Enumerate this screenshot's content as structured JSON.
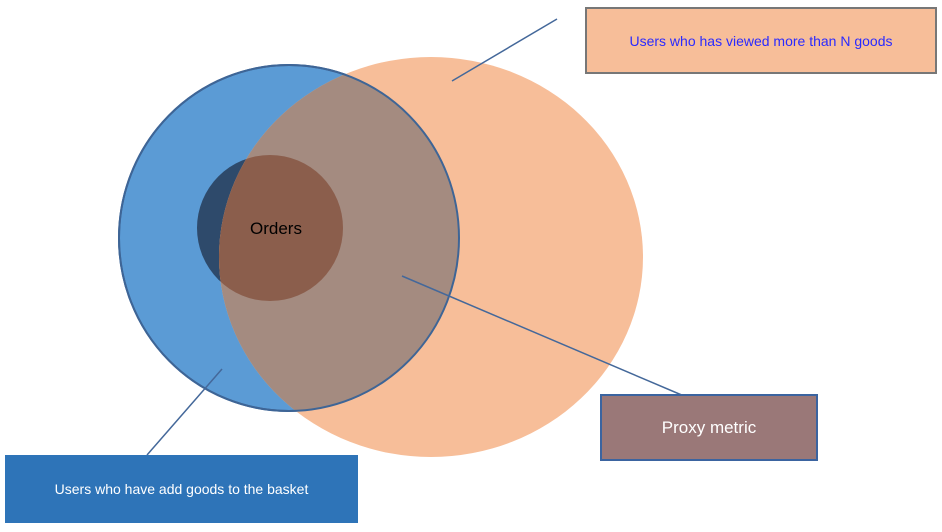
{
  "diagram": {
    "sets": [
      {
        "id": "viewed",
        "label": "Users who has viewed more than N goods",
        "color": "#f7be99"
      },
      {
        "id": "basket",
        "label": "Users who have add goods to the basket",
        "color": "#5b9bd5"
      },
      {
        "id": "orders",
        "label": "Orders",
        "color": "#8b5e4c"
      }
    ],
    "annotations": {
      "proxy": "Proxy metric"
    },
    "colors": {
      "basket_outline": "#3e6596",
      "overlap": "#a48b80",
      "orders_outside_viewed": "#2e4a6b",
      "callout_line": "#44689a"
    }
  }
}
